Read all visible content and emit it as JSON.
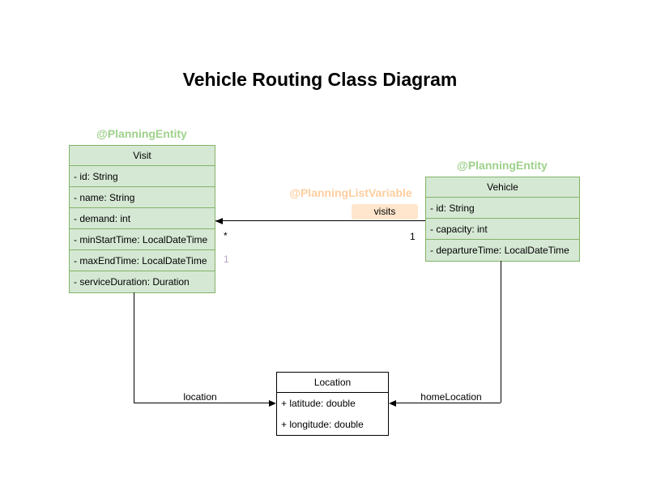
{
  "title": "Vehicle Routing Class Diagram",
  "colors": {
    "entity_fill": "#d5e8d4",
    "entity_border": "#82b366",
    "annotation_green": "#9ed18b",
    "annotation_orange": "#ffce9f",
    "visits_label_fill": "#ffe6cc",
    "plain_fill": "#ffffff",
    "plain_border": "#000000",
    "index_label_purple": "#b3a2c7",
    "edge_color": "#000000"
  },
  "classes": {
    "visit": {
      "annotation": "@PlanningEntity",
      "name": "Visit",
      "attributes": [
        "- id: String",
        "- name: String",
        "- demand: int",
        "- minStartTime: LocalDateTime",
        "- maxEndTime: LocalDateTime",
        "- serviceDuration: Duration"
      ]
    },
    "vehicle": {
      "annotation": "@PlanningEntity",
      "name": "Vehicle",
      "attributes": [
        "- id: String",
        "- capacity: int",
        "- departureTime: LocalDateTime"
      ]
    },
    "location": {
      "name": "Location",
      "attributes": [
        "+ latitude: double",
        "+ longitude: double"
      ]
    }
  },
  "edges": {
    "visits": {
      "annotation": "@PlanningListVariable",
      "label": "visits",
      "multiplicity_visit_end": "*",
      "multiplicity_vehicle_end": "1",
      "index_label": "1"
    },
    "location": {
      "label": "location"
    },
    "home_location": {
      "label": "homeLocation"
    }
  }
}
